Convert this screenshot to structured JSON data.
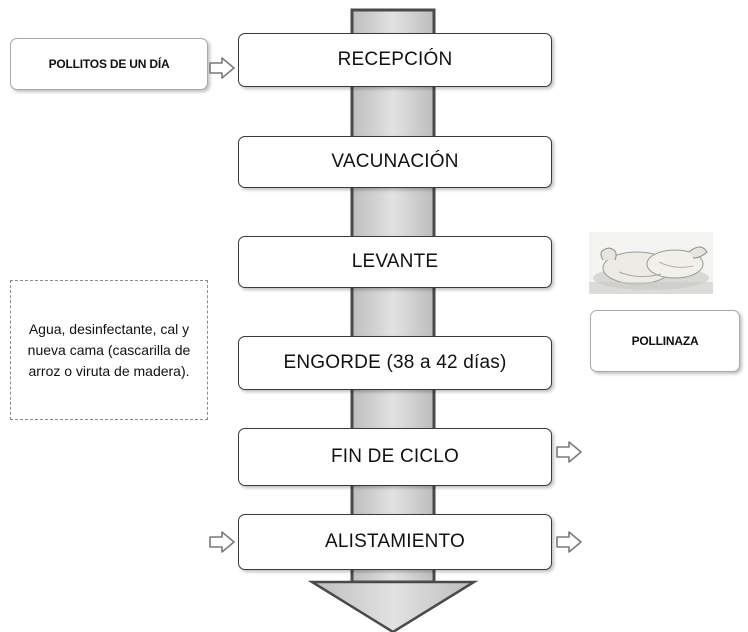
{
  "steps": [
    "RECEPCIÓN",
    "VACUNACIÓN",
    "LEVANTE",
    "ENGORDE (38 a 42 días)",
    "FIN DE CICLO",
    "ALISTAMIENTO"
  ],
  "inputs": {
    "chicks": "POLLITOS DE UN DÍA",
    "materials": "Agua, desinfectante, cal y nueva cama (cascarilla de arroz o viruta de madera)."
  },
  "outputs": {
    "manure": "POLLINAZA",
    "product_image": "plucked-chicken-image"
  },
  "colors": {
    "flow_shaft": "#cfcfcf",
    "box_border": "#3a3a3a",
    "arrow_fill": "#ffffff"
  }
}
